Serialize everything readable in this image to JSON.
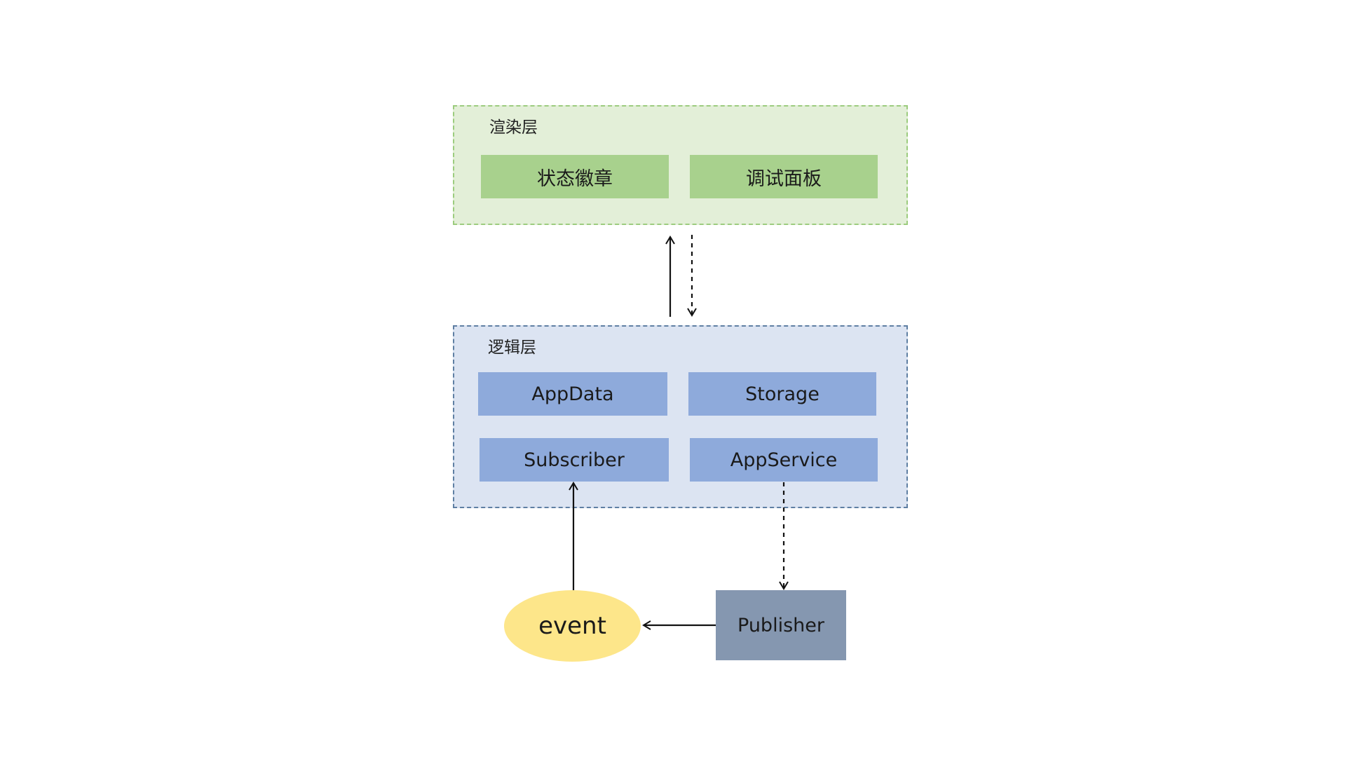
{
  "render_layer": {
    "label": "渲染层",
    "items": [
      "状态徽章",
      "调试面板"
    ]
  },
  "logic_layer": {
    "label": "逻辑层",
    "items": [
      "AppData",
      "Storage",
      "Subscriber",
      "AppService"
    ]
  },
  "external": {
    "event": "event",
    "publisher": "Publisher"
  },
  "colors": {
    "render_fill": "#e3efd8",
    "render_border": "#9ccc7e",
    "render_item": "#a8d18d",
    "logic_fill": "#dce4f2",
    "logic_border": "#5f7fa3",
    "logic_item": "#8eaadb",
    "publisher": "#8597b0",
    "event": "#fde68a"
  }
}
